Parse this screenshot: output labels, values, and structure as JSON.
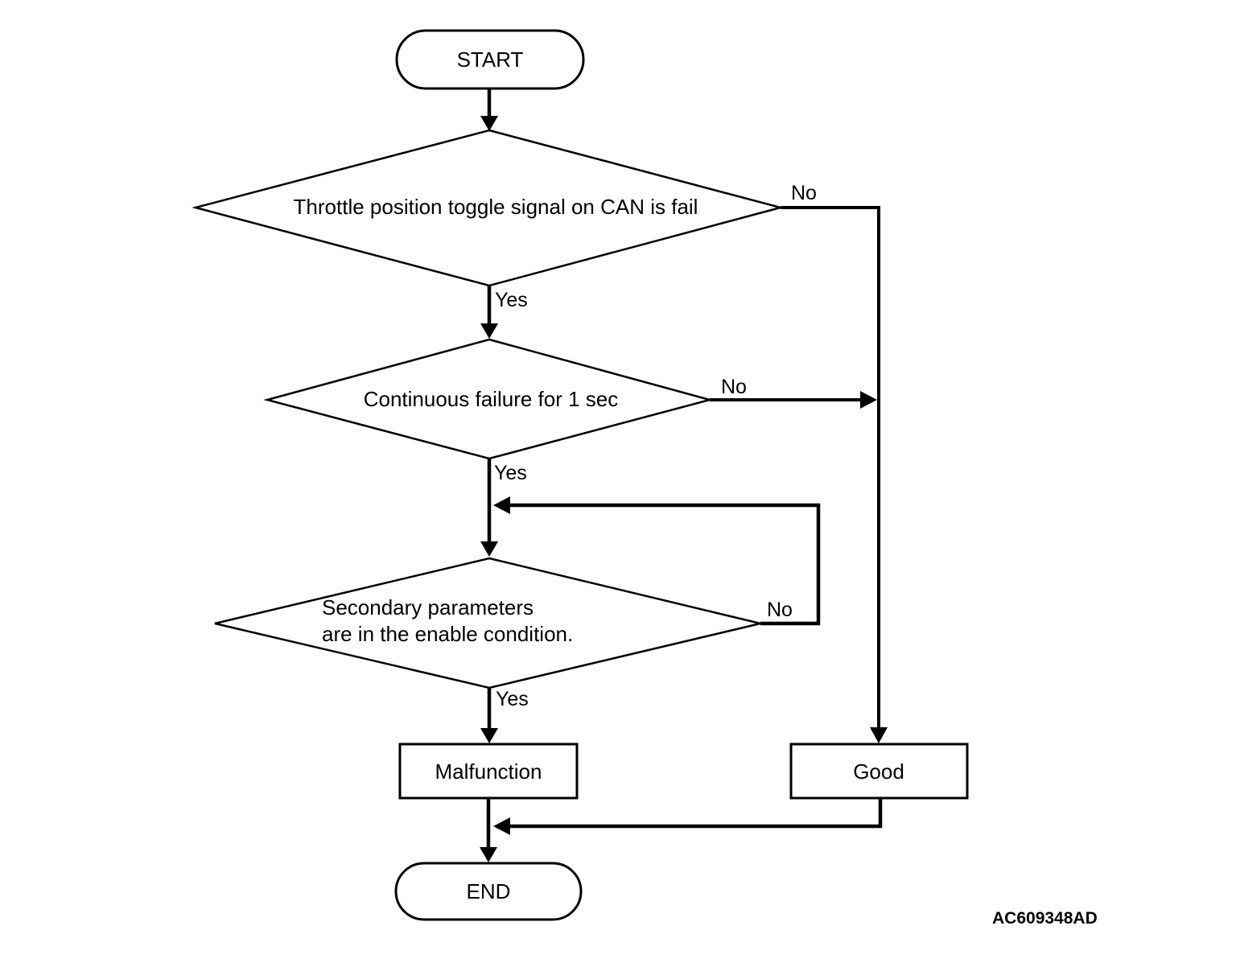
{
  "colors": {
    "background": "#ffffff",
    "line": "#000000",
    "text": "#000000"
  },
  "nodes": {
    "start": {
      "label": "START"
    },
    "decision_1": {
      "label": "Throttle position toggle signal on CAN is fail"
    },
    "decision_2": {
      "label": "Continuous failure for 1 sec"
    },
    "decision_3": {
      "lines": [
        "Secondary parameters",
        "are in the enable condition."
      ]
    },
    "malfunction": {
      "label": "Malfunction"
    },
    "good": {
      "label": "Good"
    },
    "end": {
      "label": "END"
    }
  },
  "edge_labels": {
    "d1_yes": "Yes",
    "d1_no": "No",
    "d2_yes": "Yes",
    "d2_no": "No",
    "d3_yes": "Yes",
    "d3_no": "No"
  },
  "figure_code": "AC609348AD"
}
